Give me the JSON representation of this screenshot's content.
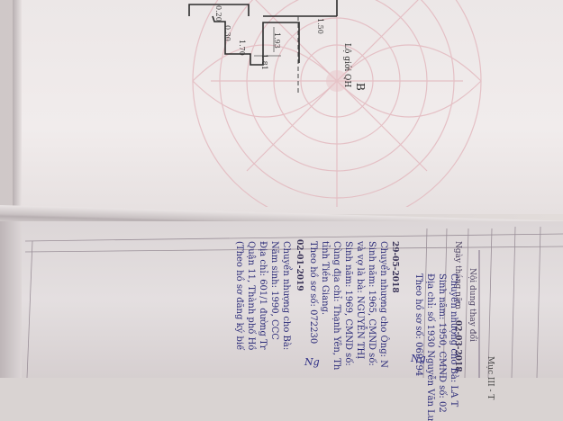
{
  "map": {
    "dimensions": [
      "0.20",
      "0.30",
      "1.70",
      "1.93",
      "1.81",
      "1.50"
    ],
    "road_label": "Lộ giới QH",
    "north_mark": "B"
  },
  "table": {
    "corner_label": "Mục III - T",
    "headers": {
      "date": "Ngày tháng năm",
      "content": "Nội dung thay đổi"
    },
    "entries": [
      {
        "date": "02-03-2018",
        "lines": [
          "Chuyển nhượng cho Bà: LA T",
          "Sinh năm: 1950, CMND số: 02",
          "Địa chỉ: số 1930 Nguyễn Văn Lư",
          "Theo hồ sơ số: 069194"
        ]
      },
      {
        "date": "29-05-2018",
        "lines": [
          "Chuyển nhượng cho Ông: N",
          "Sinh năm: 1965, CMND số:",
          "và vợ là bà: NGUYỄN THỊ",
          "Sinh năm: 1969, CMND số:",
          "Cùng địa chỉ: Thạnh Yên, Th",
          "tỉnh Tiền Giang.",
          "Theo hồ sơ số: 072230"
        ]
      },
      {
        "date": "02-01-2019",
        "lines": [
          "Chuyển nhượng cho Bà:",
          "Năm sinh: 1990,      CCC",
          "Địa chỉ: 601/1 đường Tr",
          "Quận 11, Thành phố Hồ",
          "(Theo hồ sơ đăng ký biế"
        ]
      }
    ]
  }
}
